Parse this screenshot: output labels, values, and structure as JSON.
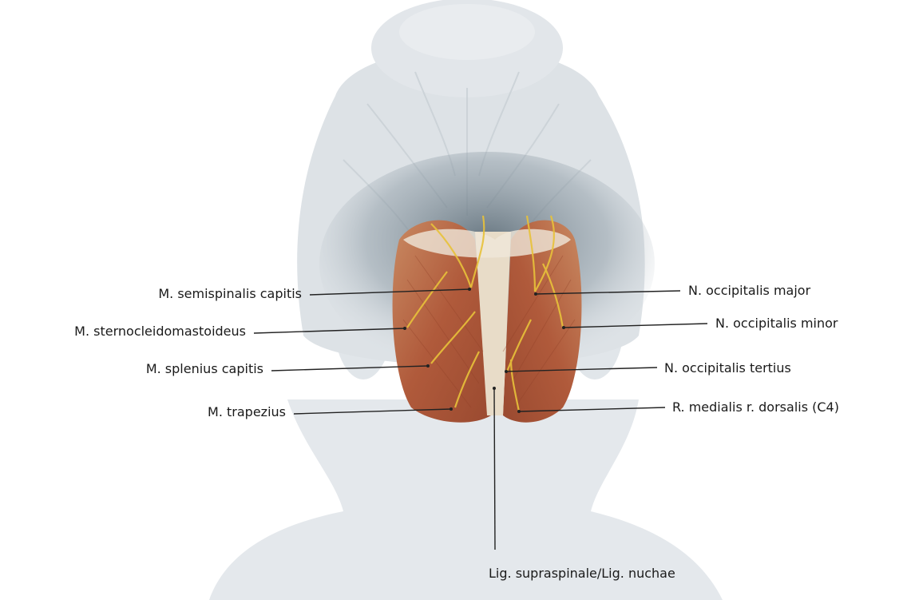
{
  "labels": {
    "semispinalis": "M. semispinalis capitis",
    "sternocleidomastoideus": "M. sternocleidomastoideus",
    "splenius": "M. splenius capitis",
    "trapezius": "M. trapezius",
    "occ_major": "N. occipitalis major",
    "occ_minor": "N. occipitalis minor",
    "occ_tertius": "N. occipitalis tertius",
    "r_medialis": "R. medialis r. dorsalis (C4)",
    "lig": "Lig. supraspinale/Lig. nuchae"
  },
  "colors": {
    "muscle": "#b5603f",
    "nerve": "#e8c23a",
    "hair": "#dfe4e8",
    "skin": "#e6eaee",
    "line": "#222222"
  }
}
